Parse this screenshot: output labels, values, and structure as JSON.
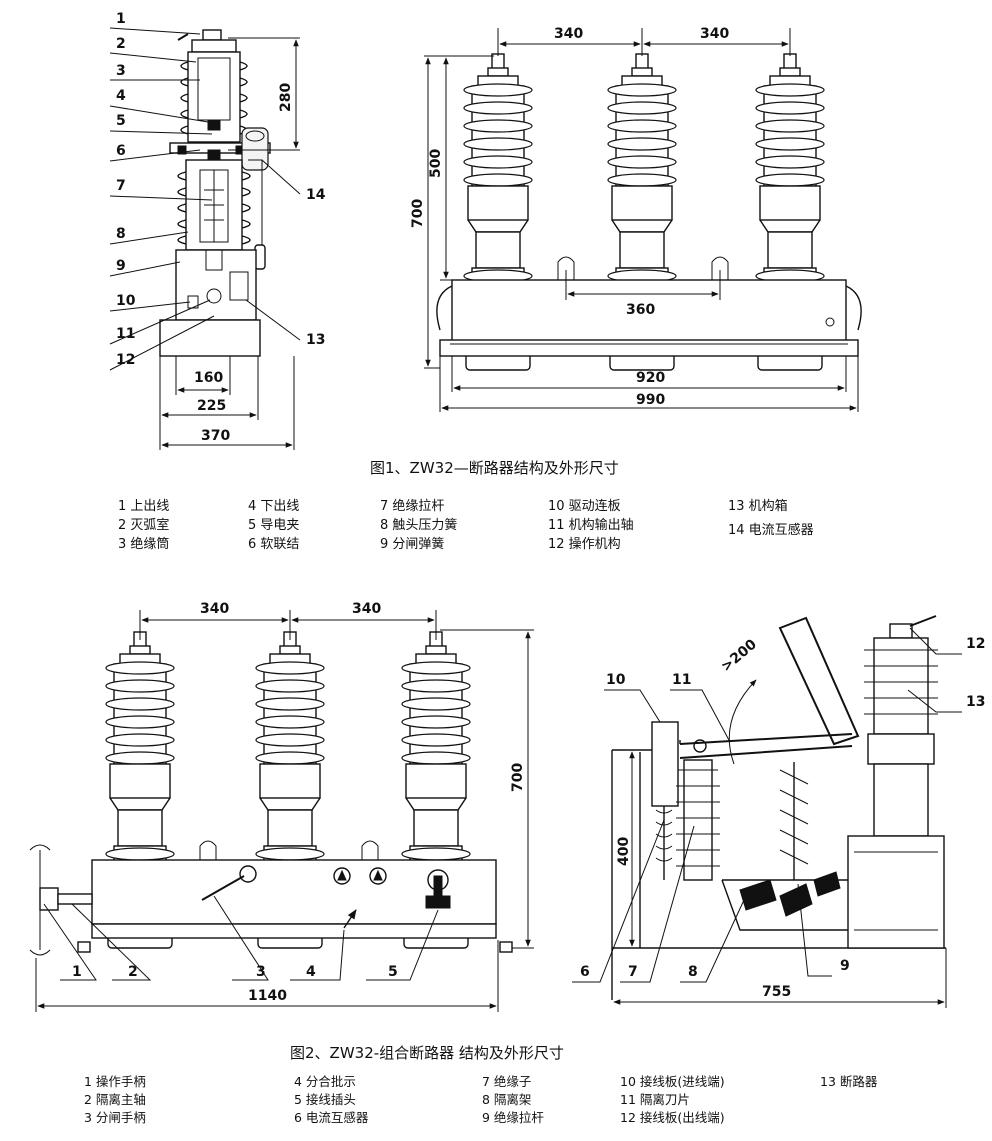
{
  "fig1": {
    "caption": "图1、ZW32—断路器结构及外形尺寸",
    "side_callouts": [
      "1",
      "2",
      "3",
      "4",
      "5",
      "6",
      "7",
      "8",
      "9",
      "10",
      "11",
      "12",
      "13",
      "14"
    ],
    "dims": {
      "d280": "280",
      "d160": "160",
      "d225": "225",
      "d370": "370",
      "d340a": "340",
      "d340b": "340",
      "d500": "500",
      "d700": "700",
      "d360": "360",
      "d920": "920",
      "d990": "990"
    },
    "legend": {
      "col1": [
        "1 上出线",
        "2 灭弧室",
        "3 绝缘筒"
      ],
      "col2": [
        "4 下出线",
        "5 导电夹",
        "6 软联结"
      ],
      "col3": [
        "7 绝缘拉杆",
        "8 触头压力簧",
        "9 分闸弹簧"
      ],
      "col4": [
        "10 驱动连板",
        "11 机构输出轴",
        "12 操作机构"
      ],
      "col5": [
        "13 机构箱",
        "14 电流互感器"
      ]
    }
  },
  "fig2": {
    "caption": "图2、ZW32-组合断路器 结构及外形尺寸",
    "front_callouts": [
      "1",
      "2",
      "3",
      "4",
      "5"
    ],
    "side_callouts": [
      "6",
      "7",
      "8",
      "9",
      "10",
      "11",
      "12",
      "13"
    ],
    "dims": {
      "d340a": "340",
      "d340b": "340",
      "d700": "700",
      "d1140": "1140",
      "d400": "400",
      "d755": "755",
      "d200": ">200"
    },
    "legend": {
      "col1": [
        "1 操作手柄",
        "2 隔离主轴",
        "3 分闸手柄"
      ],
      "col2": [
        "4 分合批示",
        "5 接线插头",
        "6 电流互感器"
      ],
      "col3": [
        "7 绝缘子",
        "8 隔离架",
        "9 绝缘拉杆"
      ],
      "col4": [
        "10 接线板(进线端)",
        "11 隔离刀片",
        "12 接线板(出线端)"
      ],
      "col5": [
        "13 断路器"
      ]
    }
  }
}
